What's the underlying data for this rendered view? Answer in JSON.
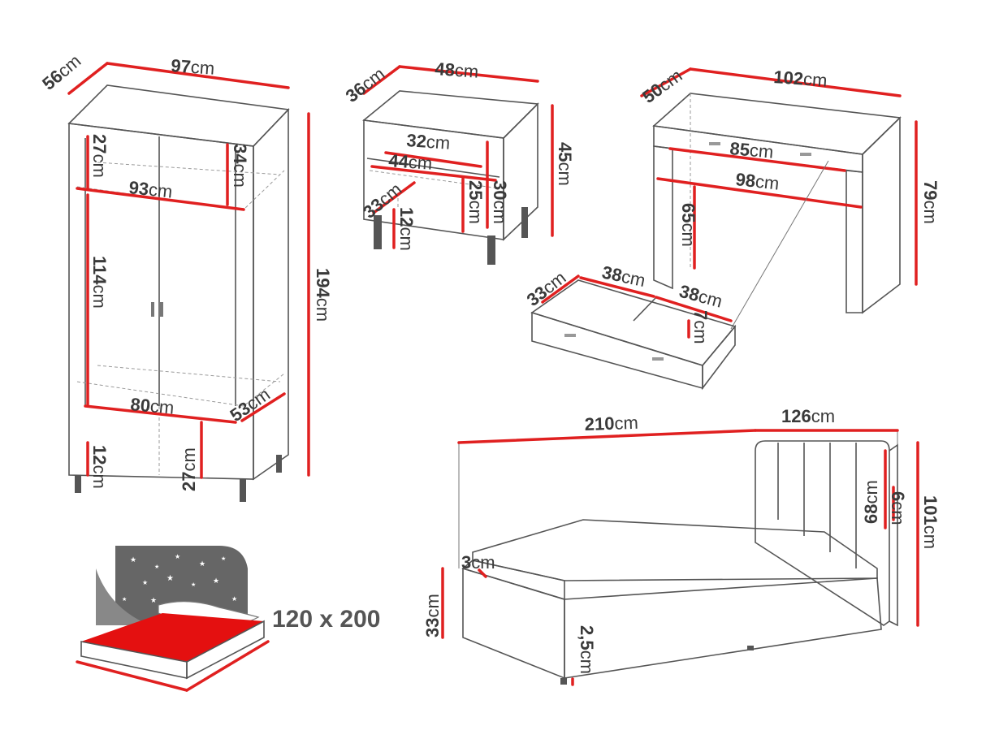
{
  "wardrobe": {
    "depth": "56",
    "width": "97",
    "inner_shelf_height": "27",
    "top_section_height": "34",
    "inner_width": "93",
    "hanging_height": "114",
    "height": "194",
    "bottom_width": "80",
    "bottom_depth": "53",
    "leg_height": "12",
    "bottom_section_height": "27"
  },
  "nightstand": {
    "depth": "36",
    "width": "48",
    "drawer_inner_width": "32",
    "inner_width": "44",
    "inner_depth": "33",
    "height": "45",
    "shelf_height": "25",
    "drawer_height": "30",
    "leg_height": "12"
  },
  "desk": {
    "depth": "50",
    "width": "102",
    "drawer_width": "85",
    "inner_width": "98",
    "knee_height": "65",
    "height": "79"
  },
  "desk_drawer": {
    "depth": "33",
    "left_width": "38",
    "right_width": "38",
    "height": "7"
  },
  "bed": {
    "length": "210",
    "width": "126",
    "headboard_height": "68",
    "headboard_thickness": "6",
    "total_height": "101",
    "mattress_offset": "3",
    "frame_height": "33",
    "leg_height": "2,5"
  },
  "mattress": {
    "size_label": "120 x 200"
  },
  "units": {
    "cm": "cm"
  },
  "colors": {
    "dimension_line": "#e02020",
    "outline": "#555555",
    "mattress_top": "#e41010",
    "starry_bg": "#666666"
  }
}
